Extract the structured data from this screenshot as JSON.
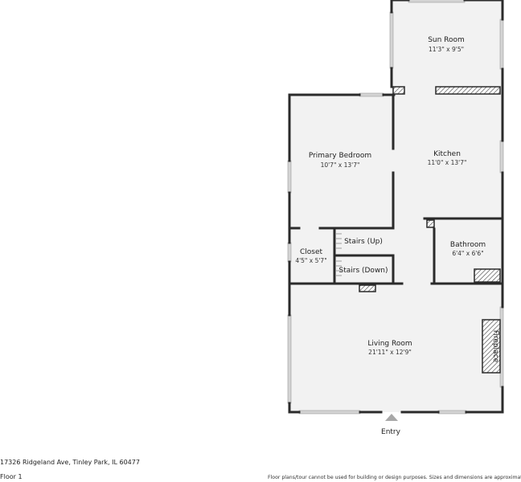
{
  "rooms": {
    "sun_room": {
      "name": "Sun Room",
      "dims": "11'3\" x 9'5\""
    },
    "primary_bedroom": {
      "name": "Primary Bedroom",
      "dims": "10'7\" x 13'7\""
    },
    "kitchen": {
      "name": "Kitchen",
      "dims": "11'0\" x 13'7\""
    },
    "closet": {
      "name": "Closet",
      "dims": "4'5\" x 5'7\""
    },
    "stairs_up": {
      "name": "Stairs (Up)"
    },
    "stairs_down": {
      "name": "Stairs (Down)"
    },
    "bathroom": {
      "name": "Bathroom",
      "dims": "6'4\" x 6'6\""
    },
    "living_room": {
      "name": "Living Room",
      "dims": "21'11\" x 12'9\""
    },
    "fireplace": {
      "name": "Fireplace"
    }
  },
  "entry": {
    "label": "Entry"
  },
  "footer": {
    "address": "17326 Ridgeland Ave, Tinley Park, IL 60477",
    "floor": "Floor 1",
    "disclaimer": "Floor plans/tour cannot be used for building or design purposes. Sizes and dimensions are approximate"
  },
  "colors": {
    "wall": "#2b2b2b",
    "floor": "#f2f2f2",
    "window": "#bcbcbc",
    "hatch": "#555555"
  }
}
